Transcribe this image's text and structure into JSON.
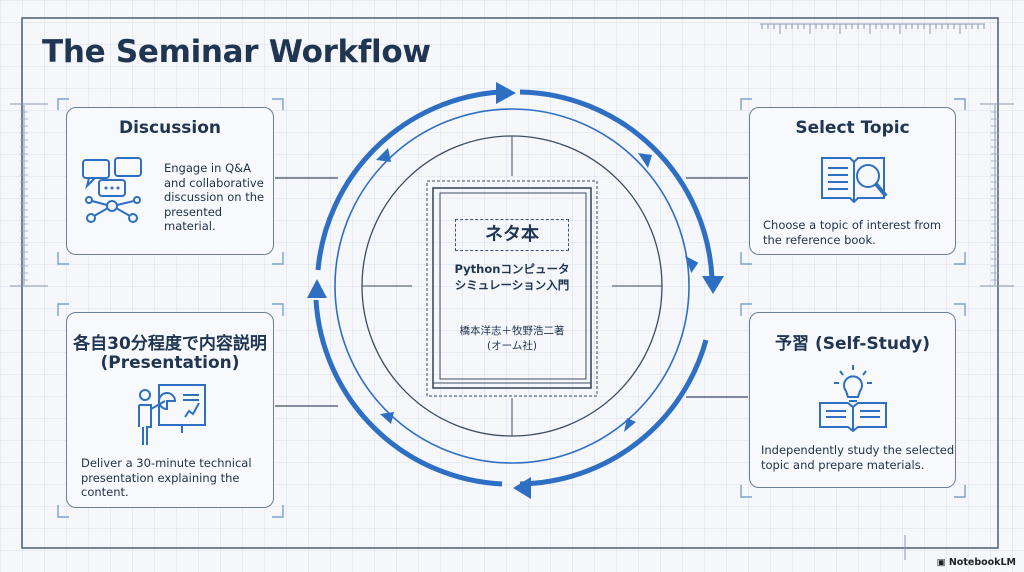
{
  "title": "The Seminar Workflow",
  "center": {
    "label": "ネタ本",
    "book_title_line1": "Pythonコンピュータ",
    "book_title_line2": "シミュレーション入門",
    "authors": "橋本洋志＋牧野浩二著",
    "publisher": "(オーム社)"
  },
  "steps": {
    "select_topic": {
      "title": "Select Topic",
      "description_lines": [
        "Choose a topic of interest from",
        "the reference book."
      ],
      "icon": "book-magnifier-icon"
    },
    "self_study": {
      "title": "予習 (Self-Study)",
      "description_lines": [
        "Independently study the selected",
        "topic and prepare materials."
      ],
      "icon": "lightbulb-book-icon"
    },
    "presentation": {
      "title_line1": "各自30分程度で内容説明",
      "title_line2": "(Presentation)",
      "description_lines": [
        "Deliver a 30-minute technical",
        "presentation explaining the",
        "content."
      ],
      "icon": "presenter-icon"
    },
    "discussion": {
      "title": "Discussion",
      "description_lines": [
        "Engage in Q&A",
        "and collaborative",
        "discussion on the",
        "presented material."
      ],
      "icon": "discussion-network-icon"
    }
  },
  "colors": {
    "accent": "#2e6fc4",
    "ink": "#1f3552",
    "frame": "#6b7f99"
  },
  "watermark": "NotebookLM"
}
